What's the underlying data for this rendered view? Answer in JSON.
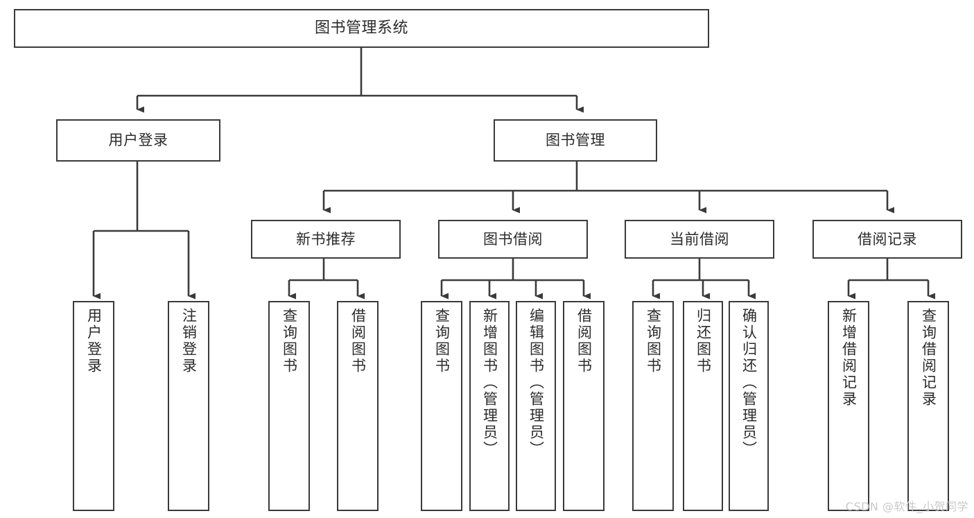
{
  "diagram": {
    "type": "tree",
    "title": "图书管理系统",
    "watermark": "CSDN @软件_小贺同学",
    "colors": {
      "box_border": "#3a3a3a",
      "box_fill": "#ffffff",
      "connector": "#3a3a3a",
      "text": "#2b2b2b",
      "watermark": "#c9c9c9",
      "background": "#ffffff"
    },
    "nodes": {
      "root": {
        "label": "图书管理系统"
      },
      "level2": [
        {
          "id": "user-login",
          "label": "用户登录"
        },
        {
          "id": "book-manage",
          "label": "图书管理"
        }
      ],
      "level3": [
        {
          "id": "new-book-recommend",
          "label": "新书推荐"
        },
        {
          "id": "book-borrow",
          "label": "图书借阅"
        },
        {
          "id": "current-borrow",
          "label": "当前借阅"
        },
        {
          "id": "borrow-record",
          "label": "借阅记录"
        }
      ],
      "leaves": [
        {
          "id": "leaf-user-login",
          "label": "用户登录",
          "parent": "user-login"
        },
        {
          "id": "leaf-logout-login",
          "label": "注销登录",
          "parent": "user-login"
        },
        {
          "id": "leaf-query-book-1",
          "label": "查询图书",
          "parent": "new-book-recommend"
        },
        {
          "id": "leaf-borrow-book-1",
          "label": "借阅图书",
          "parent": "new-book-recommend"
        },
        {
          "id": "leaf-query-book-2",
          "label": "查询图书",
          "parent": "book-borrow"
        },
        {
          "id": "leaf-add-book",
          "label": "新增图书（管理员）",
          "parent": "book-borrow"
        },
        {
          "id": "leaf-edit-book",
          "label": "编辑图书（管理员）",
          "parent": "book-borrow"
        },
        {
          "id": "leaf-borrow-book-2",
          "label": "借阅图书",
          "parent": "book-borrow"
        },
        {
          "id": "leaf-query-book-3",
          "label": "查询图书",
          "parent": "current-borrow"
        },
        {
          "id": "leaf-return-book",
          "label": "归还图书",
          "parent": "current-borrow"
        },
        {
          "id": "leaf-confirm-return",
          "label": "确认归还（管理员）",
          "parent": "current-borrow"
        },
        {
          "id": "leaf-add-record",
          "label": "新增借阅记录",
          "parent": "borrow-record"
        },
        {
          "id": "leaf-query-record",
          "label": "查询借阅记录",
          "parent": "borrow-record"
        }
      ]
    }
  }
}
